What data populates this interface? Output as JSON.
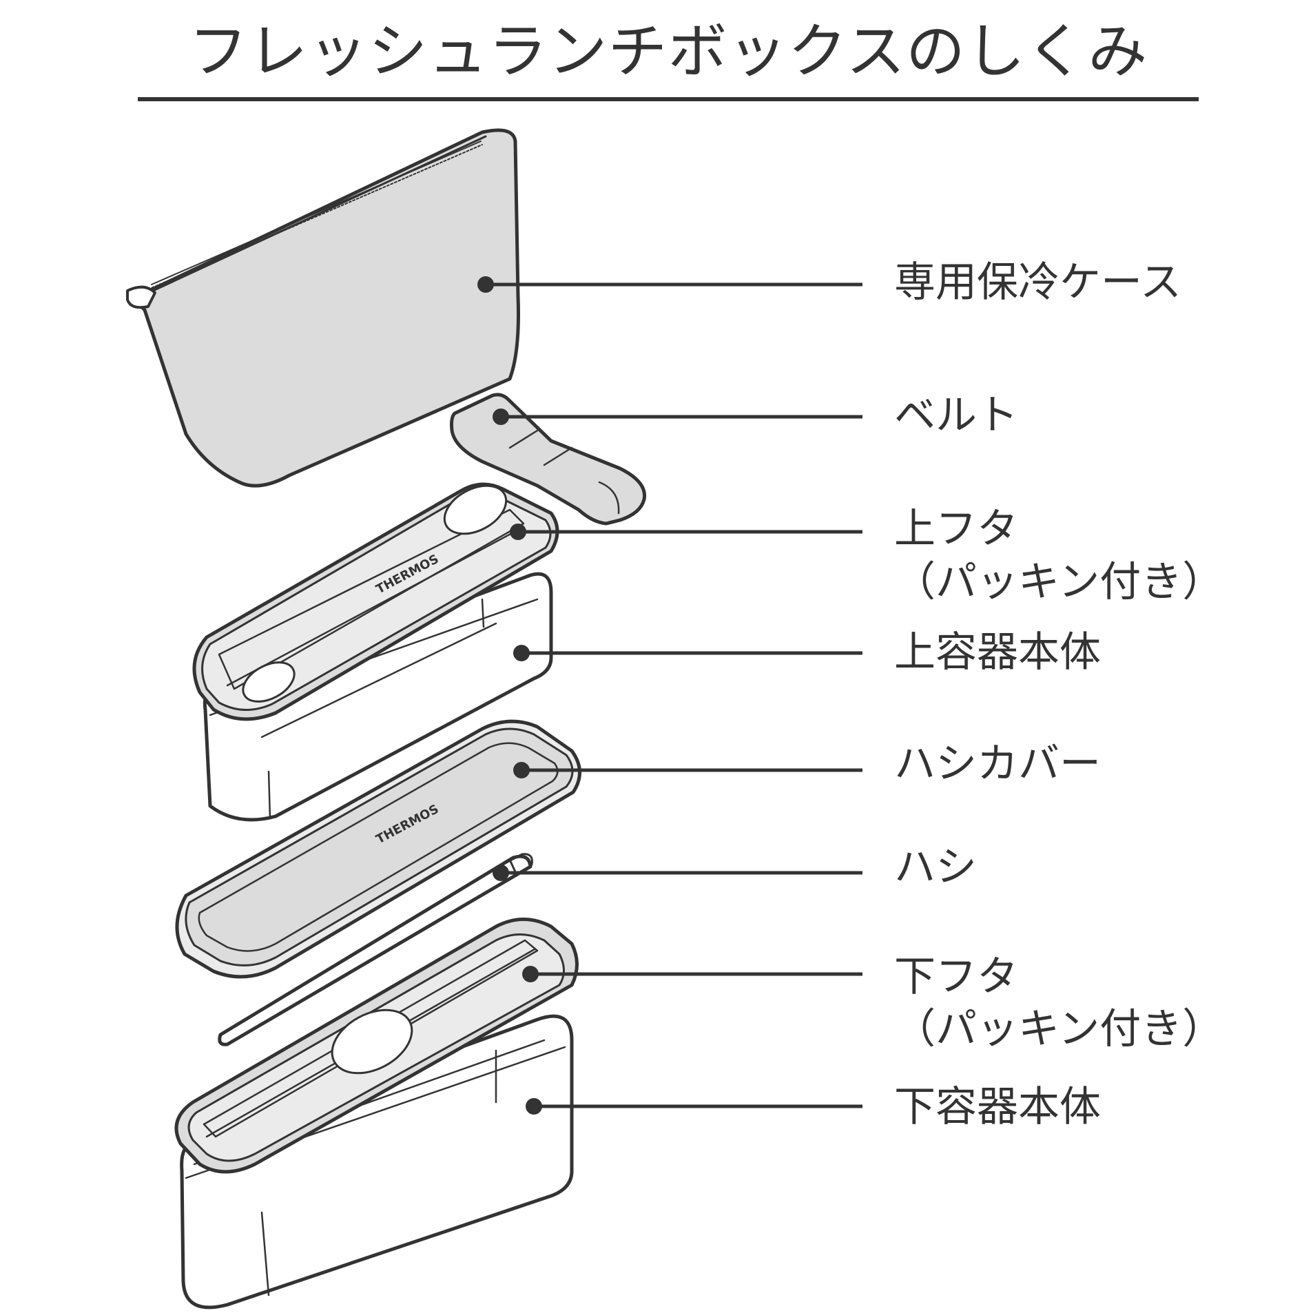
{
  "title": "フレッシュランチボックスのしくみ",
  "logo_text": "THERMOS",
  "parts": [
    {
      "label": "専用保冷ケース"
    },
    {
      "label": "ベルト"
    },
    {
      "label": "上フタ",
      "sub": "（パッキン付き）"
    },
    {
      "label": "上容器本体"
    },
    {
      "label": "ハシカバー"
    },
    {
      "label": "ハシ"
    },
    {
      "label": "下フタ",
      "sub": "（パッキン付き）"
    },
    {
      "label": "下容器本体"
    }
  ],
  "colors": {
    "ink": "#333333",
    "fill_gray": "#dcdcdc",
    "fill_light": "#ebebeb",
    "white": "#ffffff"
  }
}
